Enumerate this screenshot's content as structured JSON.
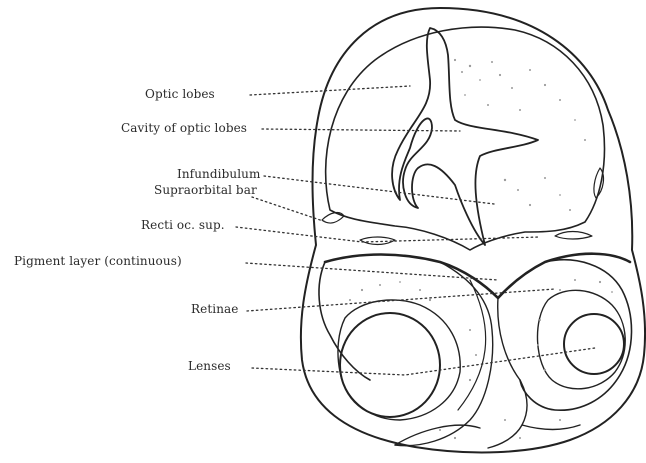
{
  "labels": {
    "optic_lobes": "Optic lobes",
    "cavity_optic_lobes": "Cavity of optic lobes",
    "infundibulum": "Infundibulum",
    "supraorbital_bar": "Supraorbital bar",
    "recti_oc_sup": "Recti oc. sup.",
    "pigment_layer": "Pigment layer (continuous)",
    "retinae": "Retinae",
    "lenses": "Lenses"
  },
  "colors": {
    "ink": "#222222",
    "background": "#ffffff",
    "stipple": "#9a9a9a"
  }
}
